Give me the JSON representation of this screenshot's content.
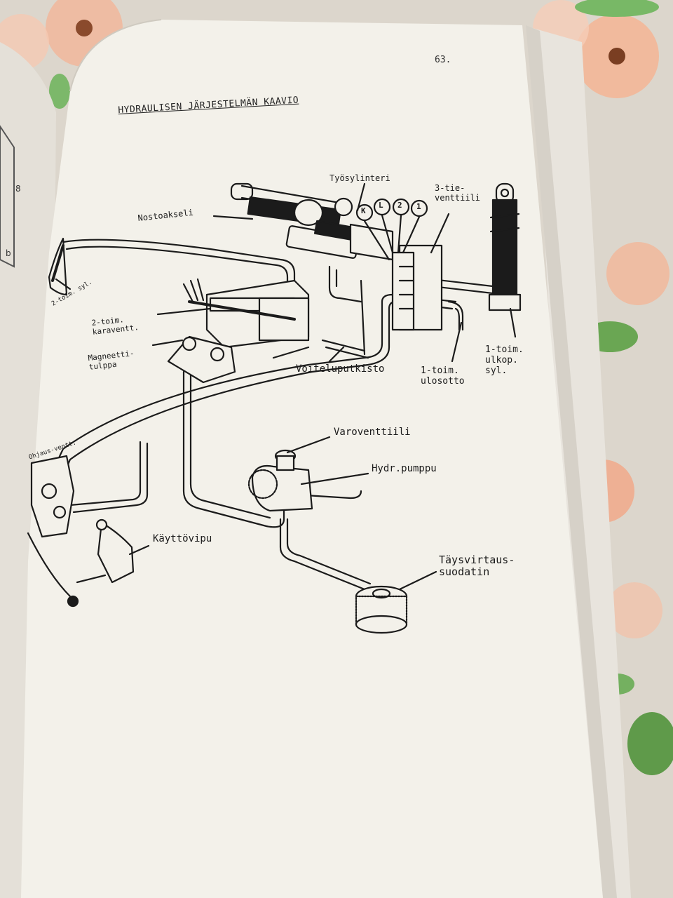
{
  "page": {
    "number": "63.",
    "title": "HYDRAULISEN JÄRJESTELMÄN KAAVIO"
  },
  "diagram": {
    "labels": {
      "tyosylinteri": "Työsylinteri",
      "kolmitie": "3-tie-\nventtiili",
      "nostoakseli": "Nostoakseli",
      "kaksitoim_syl": "2-toim. syl.",
      "kaksitoim_karaventt": "2-toim.\nkaraventt.",
      "magneettitulppa": "Magneetti-\ntulppa",
      "voiteluputkisto": "Voiteluputkisto",
      "yksitoim_ulosotto": "1-toim.\nulosotto",
      "yksitoim_ulkop_syl": "1-toim.\nulkop.\nsyl.",
      "ohjausventt": "Ohjaus-ventt.",
      "varoventtiili": "Varoventtiili",
      "hydr_pumppu": "Hydr.pumppu",
      "kayttovipu": "Käyttövipu",
      "taysvirtaus": "Täysvirtaus-\nsuodatin"
    },
    "lever_positions": [
      "K",
      "L",
      "2",
      "1"
    ]
  },
  "left_page": {
    "marks": [
      "8",
      "b"
    ]
  },
  "colors": {
    "paper": "#f3f1ea",
    "ink": "#1b1b1b",
    "flower_pink": "#f2b59c",
    "leaf_green": "#5f9a4a"
  }
}
